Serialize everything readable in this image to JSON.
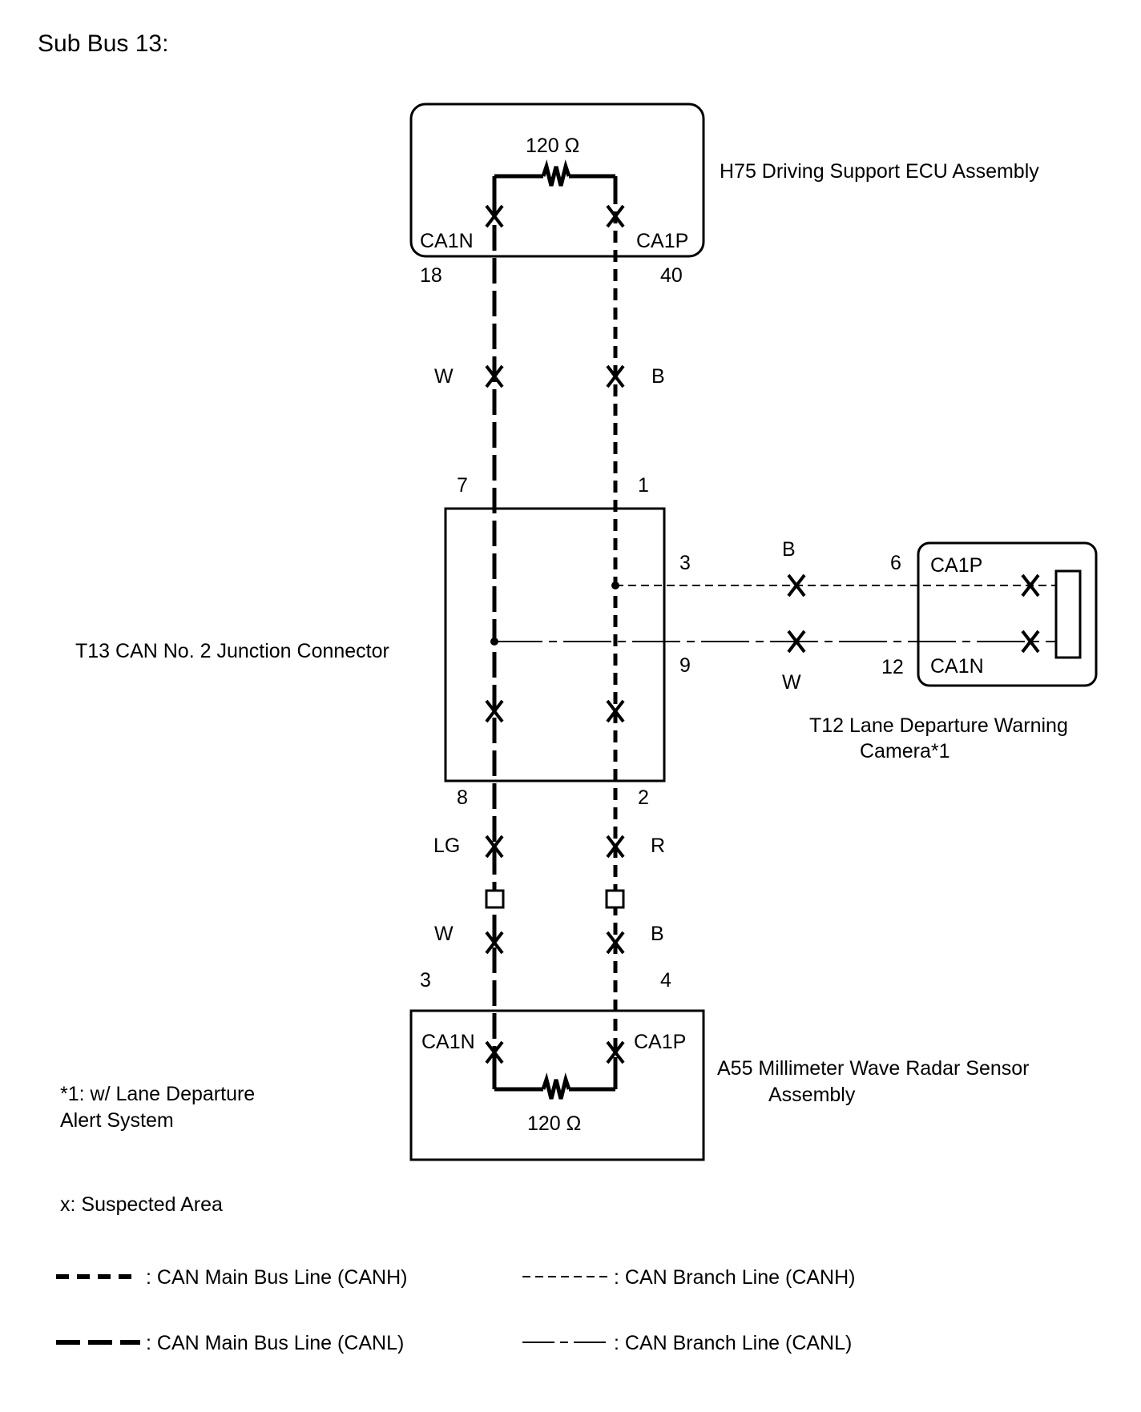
{
  "title": "Sub Bus 13:",
  "h75": {
    "name": "H75  Driving Support ECU Assembly",
    "resistor": "120 Ω",
    "pin_n": "CA1N",
    "pin_p": "CA1P",
    "num_n": "18",
    "num_p": "40"
  },
  "wires_top": {
    "left": "W",
    "right": "B"
  },
  "t13": {
    "name": "T13  CAN No. 2 Junction Connector",
    "pin7": "7",
    "pin1": "1",
    "pin3": "3",
    "pin9": "9",
    "pin8": "8",
    "pin2": "2"
  },
  "t12": {
    "name_line1": "T12  Lane Departure Warning",
    "name_line2": "Camera*1",
    "pin_p": "CA1P",
    "pin_n": "CA1N",
    "num_p": "6",
    "num_n": "12",
    "wire_p": "B",
    "wire_n": "W"
  },
  "wires_mid": {
    "left": "LG",
    "right": "R"
  },
  "wires_low": {
    "left": "W",
    "right": "B"
  },
  "a55": {
    "num_n": "3",
    "num_p": "4",
    "pin_n": "CA1N",
    "pin_p": "CA1P",
    "resistor": "120 Ω",
    "name_line1": "A55  Millimeter Wave Radar Sensor",
    "name_line2": "Assembly"
  },
  "footnote": {
    "line1": "*1: w/ Lane Departure",
    "line2": "Alert System"
  },
  "suspected": "x: Suspected Area",
  "legend": {
    "main_canh": ": CAN Main Bus Line (CANH)",
    "main_canl": ": CAN Main Bus Line (CANL)",
    "branch_canh": ": CAN Branch Line (CANH)",
    "branch_canl": ": CAN Branch Line (CANL)"
  }
}
